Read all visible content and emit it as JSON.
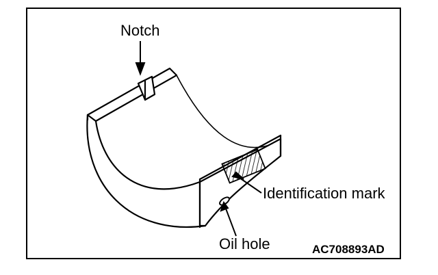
{
  "labels": {
    "notch": "Notch",
    "identification_mark": "Identification mark",
    "oil_hole": "Oil hole"
  },
  "figure_code": "AC708893AD"
}
